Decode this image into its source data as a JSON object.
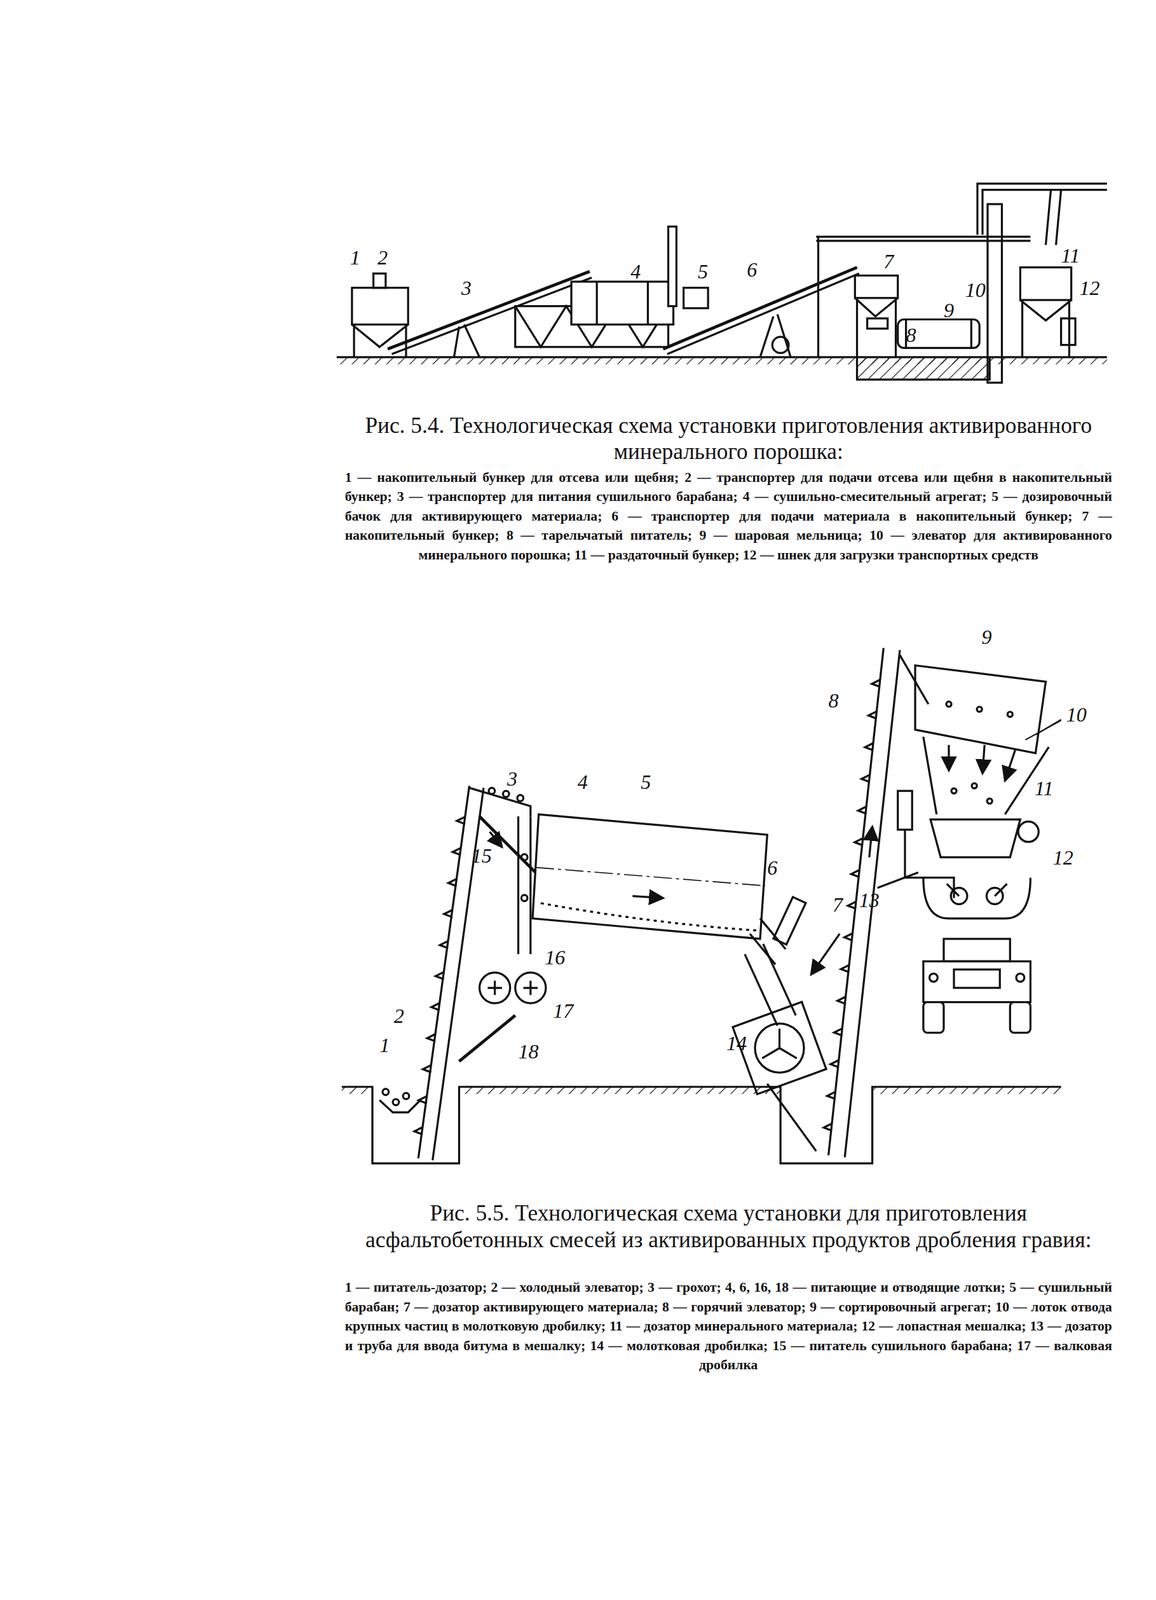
{
  "diagram": {
    "labels": [
      "1",
      "2",
      "3",
      "4",
      "5",
      "6",
      "7",
      "8",
      "9",
      "10",
      "11",
      "12",
      "Рис. 5.4. Технологическая схема установки приготовления активированного минерального порошка:",
      "1 — накопительный бункер для отсева или щебня; 2 — транспортер для подачи отсева или щебня в накопительный бункер; 3 — транспортер для питания сушильного барабана; 4 — сушильно-смесительный агрегат; 5 — дозировочный бачок для активирующего материала; 6 — транспортер для подачи материала в накопительный бункер; 7 — накопительный бункер; 8 — тарельчатый питатель; 9 — шаровая мельница; 10 — элеватор для активированного минерального порошка; 11 — раздаточный бункер; 12 — шнек для загрузки транспортных средств",
      "1",
      "2",
      "3",
      "4",
      "5",
      "6",
      "7",
      "8",
      "9",
      "10",
      "11",
      "12",
      "13",
      "14",
      "15",
      "16",
      "17",
      "18",
      "Рис. 5.5. Технологическая схема установки для приготовления асфальтобетонных смесей из активированных продуктов дробления гравия:",
      "1 — питатель-дозатор; 2 — холодный элеватор; 3 — грохот; 4, 6, 16, 18 — питающие и отводящие лотки; 5 — сушильный барабан; 7 — дозатор активирующего материала; 8 — горячий элеватор; 9 — сортировочный агрегат; 10 — лоток отвода крупных частиц в молотковую дробилку; 11 — дозатор минерального материала; 12 — лопастная мешалка; 13 — дозатор и труба для ввода битума в мешалку; 14 — молотковая дробилка; 15 — питатель сушильного барабана; 17 — валковая дробилка"
    ]
  }
}
